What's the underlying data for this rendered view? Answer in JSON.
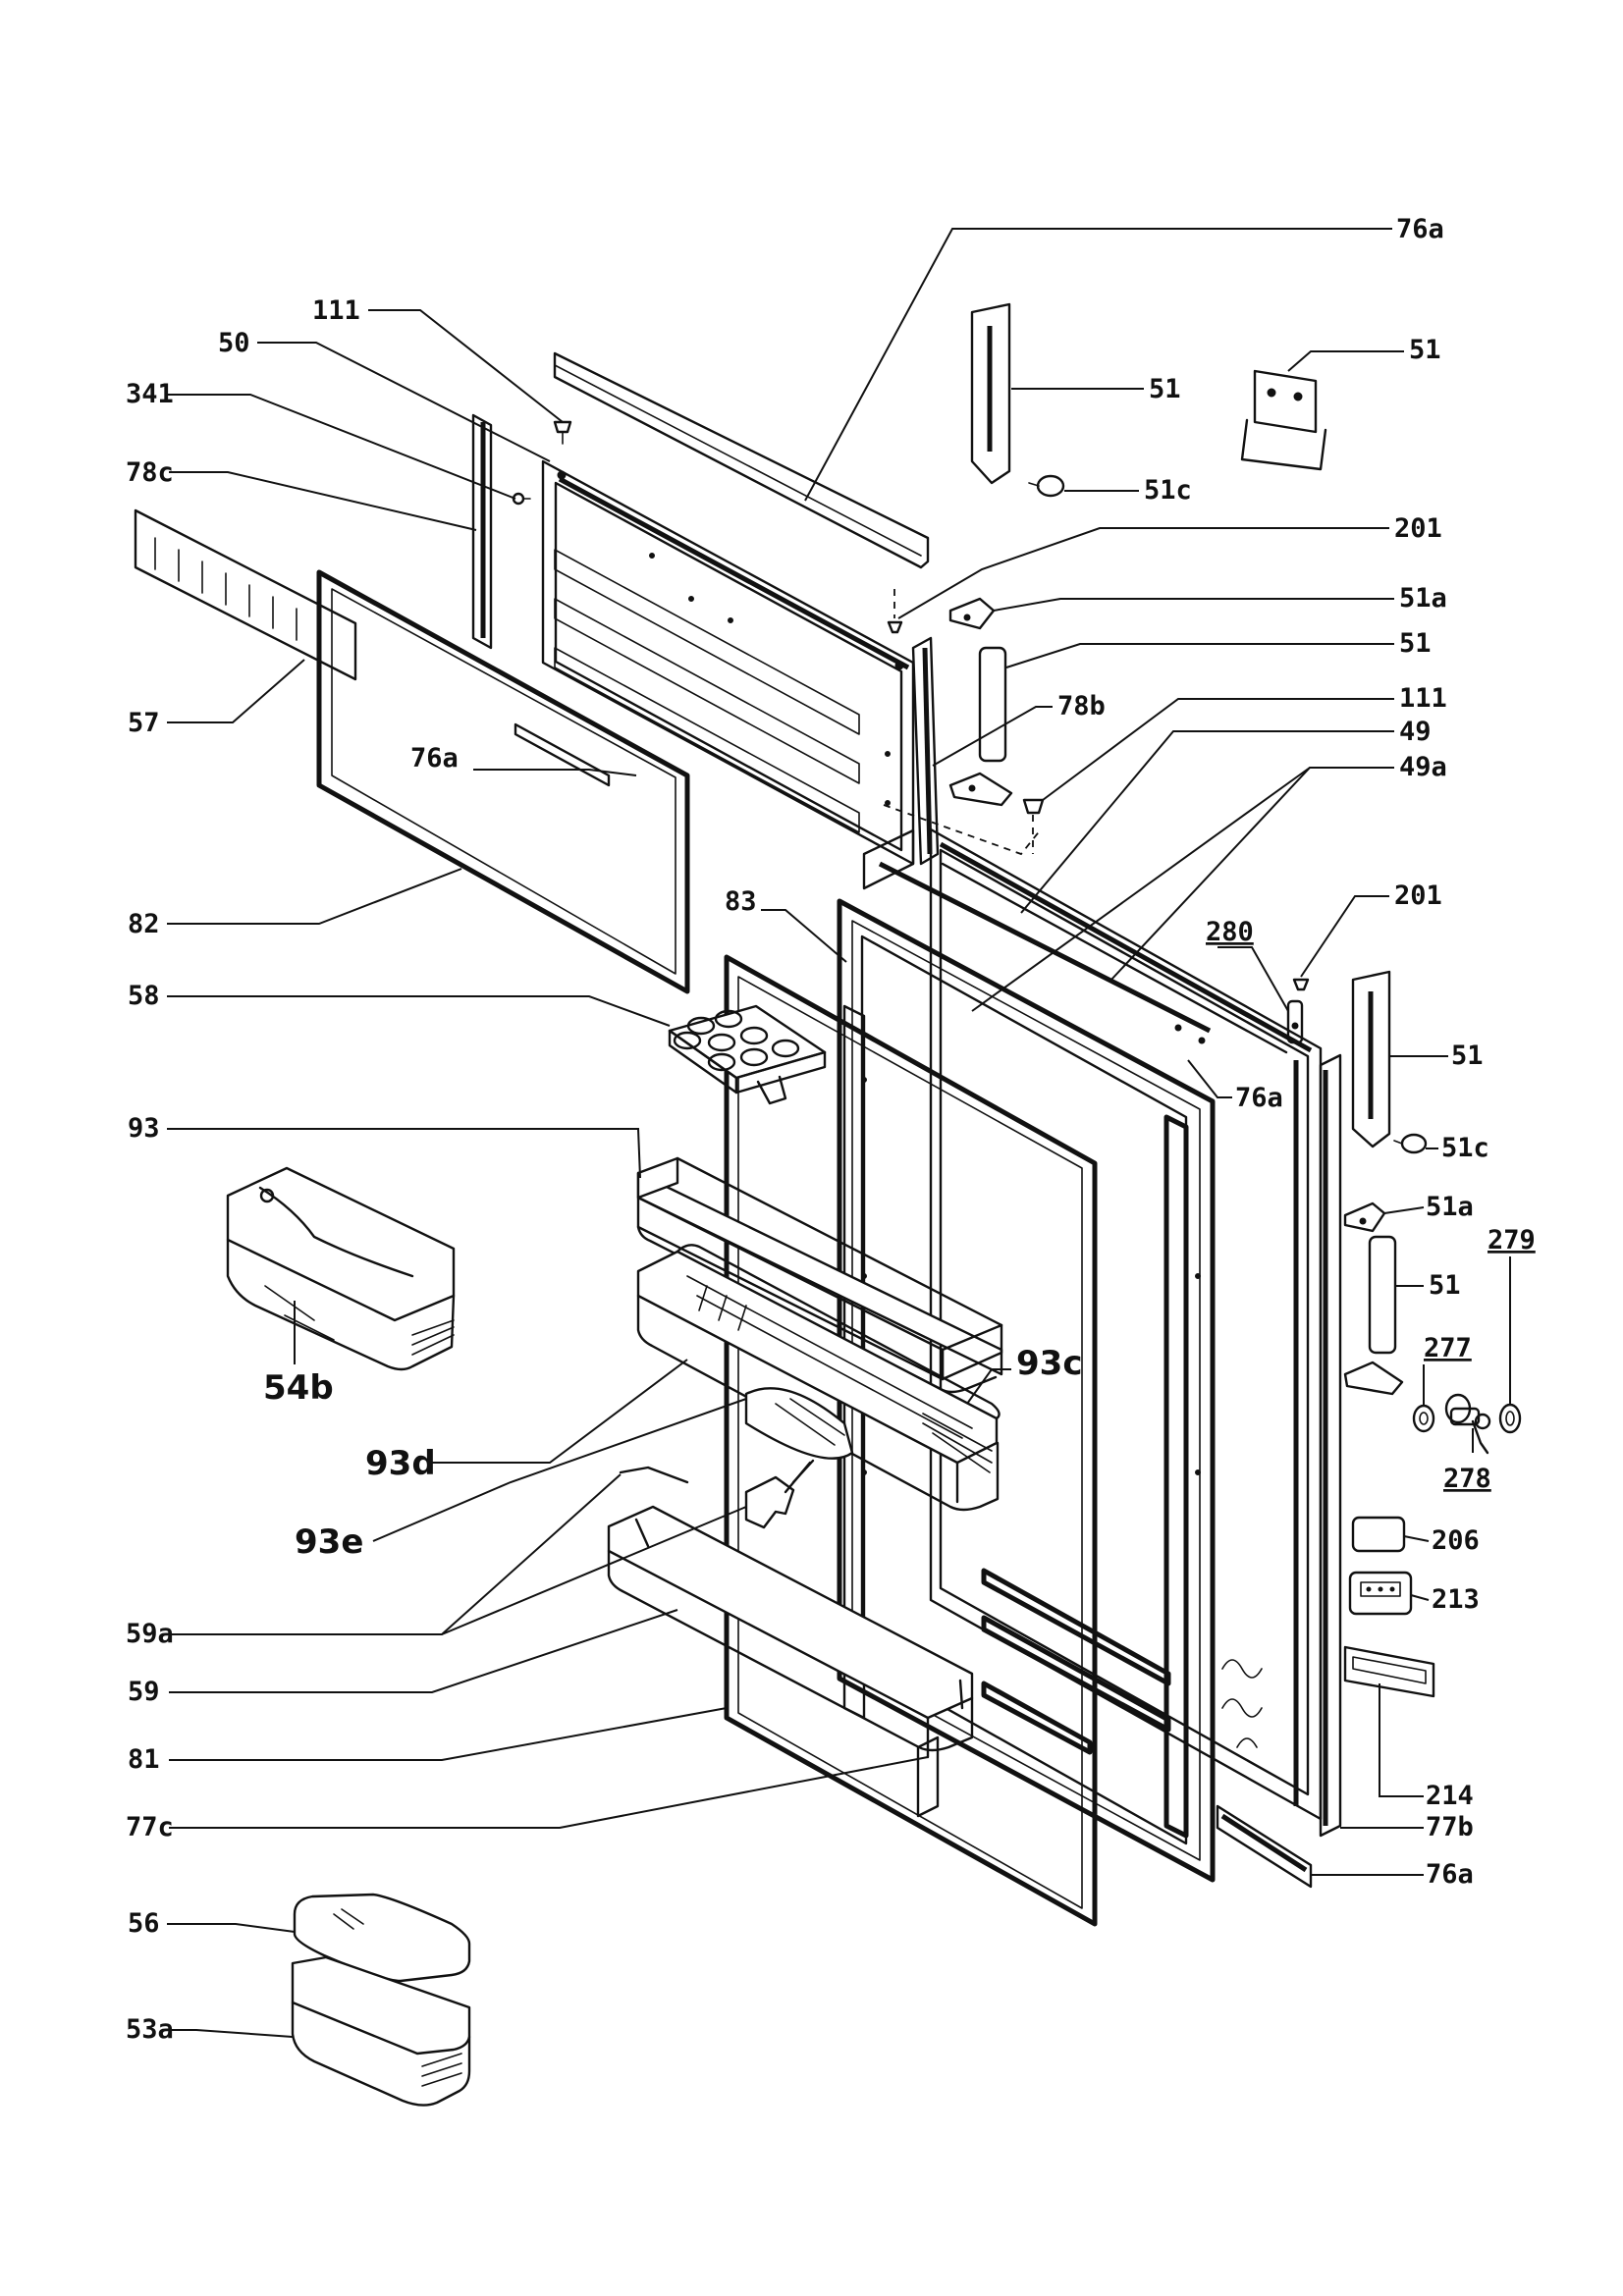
{
  "callouts": {
    "c76a_top": "76a",
    "c111_top": "111",
    "c50": "50",
    "c341": "341",
    "c78c": "78c",
    "c51_handle_a": "51",
    "c51_handle_b": "51",
    "c51c_top": "51c",
    "c201_top": "201",
    "c51a_top": "51a",
    "c51_hinge_top": "51",
    "c111_mid": "111",
    "c49": "49",
    "c78b": "78b",
    "c49a": "49a",
    "c57": "57",
    "c76a_freezer": "76a",
    "c82": "82",
    "c83": "83",
    "c201_mid": "201",
    "c280": "280",
    "c58": "58",
    "c76a_mid": "76a",
    "c51_handle_low": "51",
    "c51c_low": "51c",
    "c93": "93",
    "c51a_low": "51a",
    "c279": "279",
    "c51_hinge_low": "51",
    "c277": "277",
    "c54b": "54b",
    "c93c": "93c",
    "c93d": "93d",
    "c278": "278",
    "c93e": "93e",
    "c206": "206",
    "c213": "213",
    "c59a": "59a",
    "c59": "59",
    "c214": "214",
    "c81": "81",
    "c77c": "77c",
    "c77b": "77b",
    "c76a_bottom": "76a",
    "c56": "56",
    "c53a": "53a"
  },
  "colors": {
    "ink": "#111111",
    "paper": "#ffffff"
  }
}
